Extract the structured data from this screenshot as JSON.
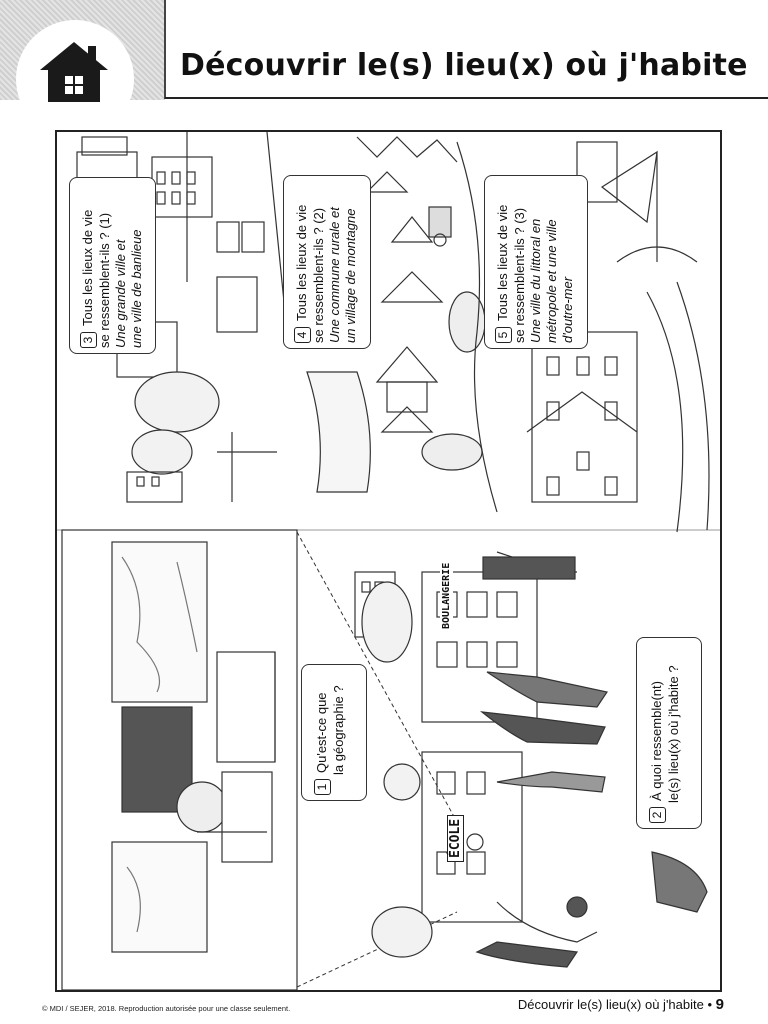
{
  "header": {
    "title": "Découvrir le(s) lieu(x) où j'habite",
    "icon": "house-icon"
  },
  "callouts": {
    "c1": {
      "num": "1",
      "line1": "Qu'est-ce que",
      "line2": "la géographie ?"
    },
    "c2": {
      "num": "2",
      "line1": "À quoi ressemble(nt)",
      "line2": "le(s) lieu(x) où j'habite ?"
    },
    "c3": {
      "num": "3",
      "line1": "Tous les lieux de vie",
      "line2": "se ressemblent-ils ? (1)",
      "line3": "Une grande ville et",
      "line4": "une ville de banlieue"
    },
    "c4": {
      "num": "4",
      "line1": "Tous les lieux de vie",
      "line2": "se ressemblent-ils ? (2)",
      "line3": "Une commune rurale et",
      "line4": "un village de montagne"
    },
    "c5": {
      "num": "5",
      "line1": "Tous les lieux de vie",
      "line2": "se ressemblent-ils ? (3)",
      "line3": "Une ville du littoral en",
      "line4": "métropole et une ville",
      "line5": "d'outre-mer"
    }
  },
  "signs": {
    "ecole": "ÉCOLE",
    "boulangerie": "BOULANGERIE"
  },
  "footer": {
    "copyright": "© MDI / SEJER, 2018. Reproduction autorisée pour une classe seulement.",
    "running_title": "Découvrir le(s) lieu(x) où j'habite",
    "page_number": "9"
  }
}
